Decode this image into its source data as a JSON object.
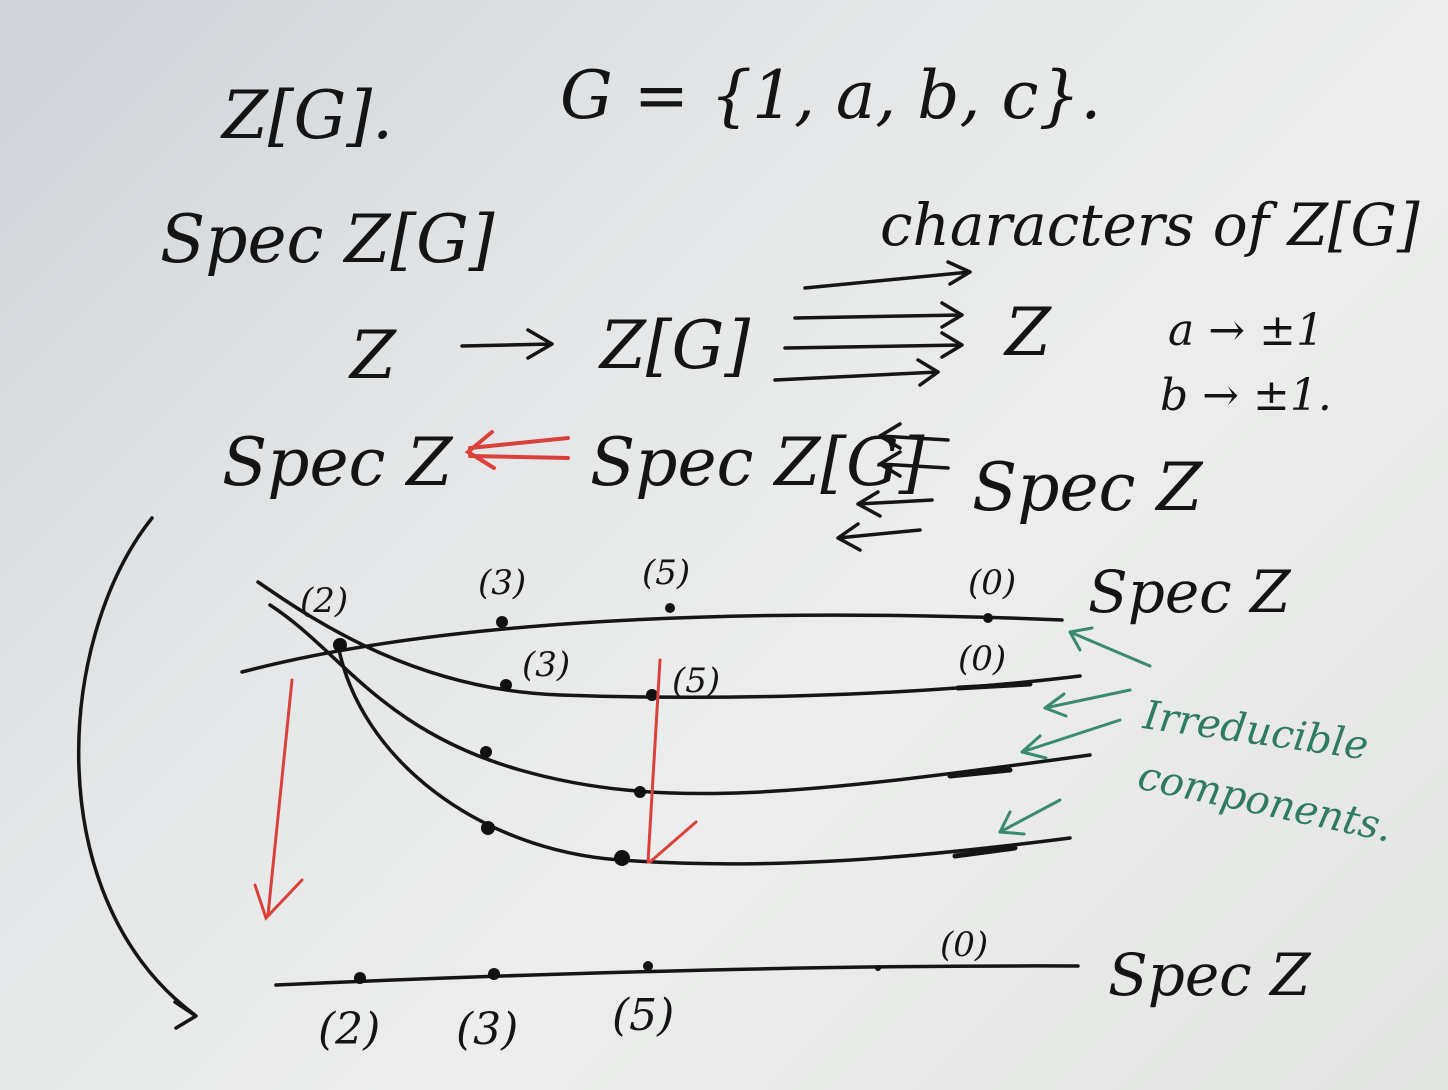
{
  "board": {
    "line1_left": "Z[G].",
    "line1_right": "G = {1, a, b, c}.",
    "spec_title": "Spec Z[G]",
    "characters_label": "characters of Z[G]",
    "map_left": "Z",
    "map_mid": "Z[G]",
    "map_right": "Z",
    "rule_a": "a → ±1",
    "rule_b": "b → ±1.",
    "spec_z_left": "Spec Z",
    "spec_zg_mid": "Spec Z[G]",
    "spec_z_right": "Spec Z"
  },
  "diagram": {
    "top_labels": {
      "p2": "(2)",
      "p3": "(3)",
      "p5": "(5)",
      "p0": "(0)",
      "spec_z": "Spec Z"
    },
    "second_labels": {
      "p3": "(3)",
      "p5": "(5)",
      "p0": "(0)"
    },
    "annotation_line1": "Irreducible",
    "annotation_line2": "components.",
    "bottom_labels": {
      "p2": "(2)",
      "p3": "(3)",
      "p5": "(5)",
      "p0": "(0)",
      "spec_z": "Spec Z"
    }
  },
  "colors": {
    "ink": "#141414",
    "red": "#d9413a",
    "green": "#2f7a62"
  }
}
